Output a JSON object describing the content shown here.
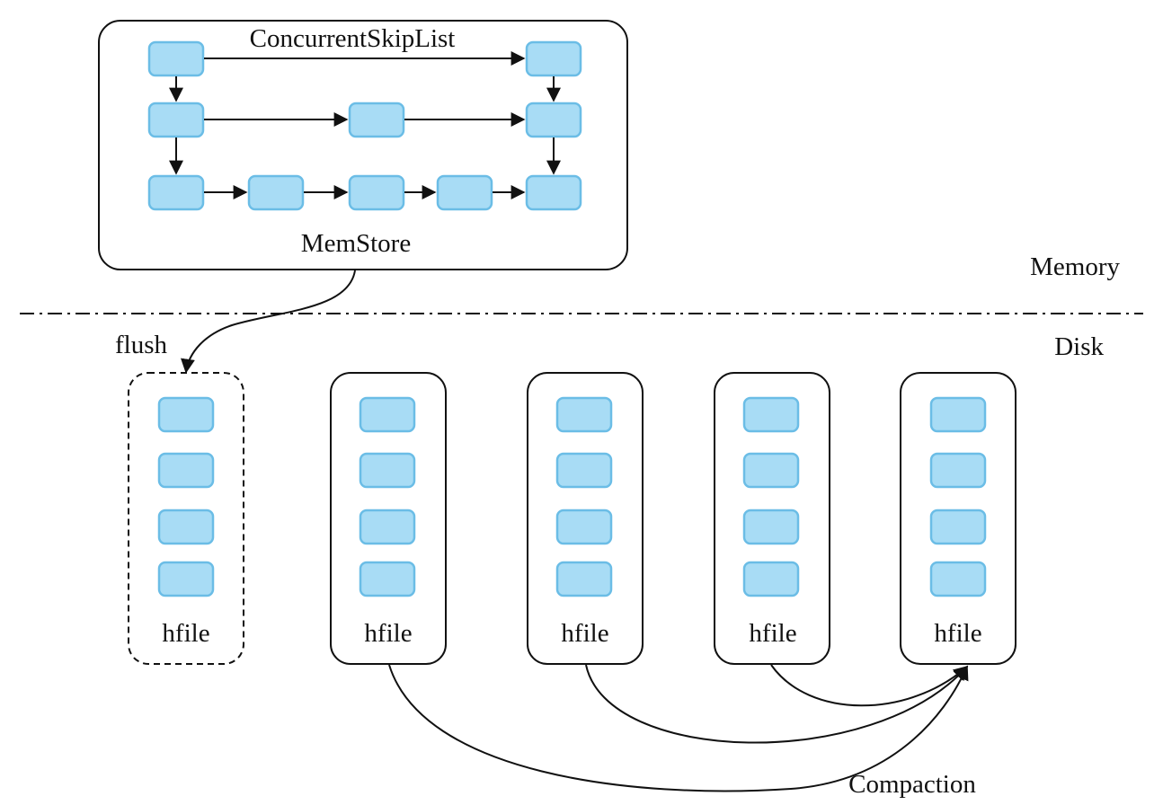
{
  "memstore": {
    "skiplist_label": "ConcurrentSkipList",
    "label": "MemStore"
  },
  "regions": {
    "memory": "Memory",
    "disk": "Disk"
  },
  "flush_label": "flush",
  "compaction_label": "Compaction",
  "hfiles": [
    {
      "label": "hfile",
      "status": "flushing"
    },
    {
      "label": "hfile",
      "status": "stored"
    },
    {
      "label": "hfile",
      "status": "stored"
    },
    {
      "label": "hfile",
      "status": "stored"
    },
    {
      "label": "hfile",
      "status": "compacted"
    }
  ],
  "colors": {
    "cell_fill": "#a8dcf5",
    "cell_stroke": "#6bbde6",
    "line": "#111111"
  }
}
